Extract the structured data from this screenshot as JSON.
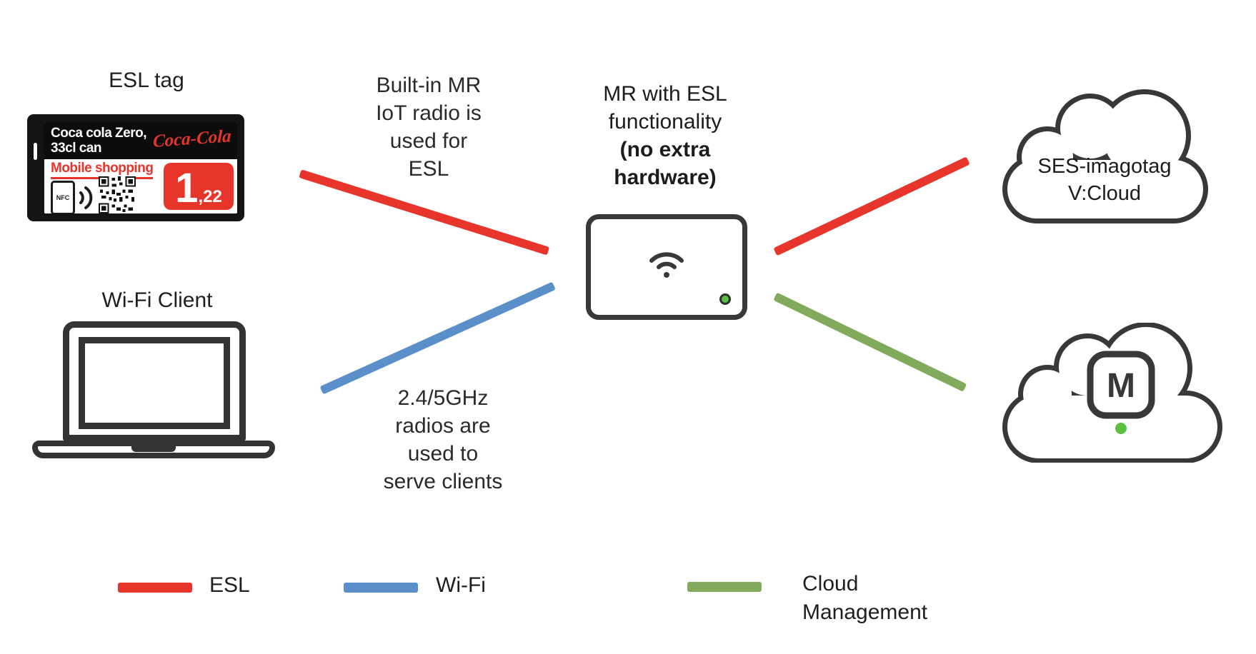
{
  "esl_tag": {
    "title": "ESL tag",
    "product_line1": "Coca cola Zero,",
    "product_line2": "33cl can",
    "brand": "Coca-Cola",
    "promo": "Mobile shopping",
    "nfc": "NFC",
    "price_int": "1",
    "price_dec": ",22"
  },
  "wifi_client": {
    "title": "Wi-Fi Client"
  },
  "notes": {
    "built": {
      "lines": [
        "Built-in MR",
        "IoT radio is",
        "used for",
        "ESL"
      ]
    },
    "radios": {
      "lines": [
        "2.4/5GHz",
        "radios are",
        "used to",
        "serve clients"
      ]
    }
  },
  "center_title": {
    "lines": [
      "MR with ESL",
      "functionality"
    ],
    "bold_lines": [
      "(no extra",
      "hardware)"
    ]
  },
  "clouds": {
    "ses": {
      "line1": "SES-imagotag",
      "line2": "V:Cloud"
    },
    "meraki": {
      "letter": "M"
    }
  },
  "legend": {
    "items": [
      {
        "label": "ESL",
        "color": "#e8352b"
      },
      {
        "label": "Wi-Fi",
        "color": "#5b8fca"
      },
      {
        "label": "Cloud Management",
        "color": "#82aa5c"
      }
    ]
  },
  "colors": {
    "esl_line": "#e8352b",
    "wifi_line": "#5b8fca",
    "cloud_mgmt_line": "#82aa5c",
    "device_outline": "#383838",
    "led_green": "#5bbf44",
    "tag_red": "#e8352b"
  }
}
